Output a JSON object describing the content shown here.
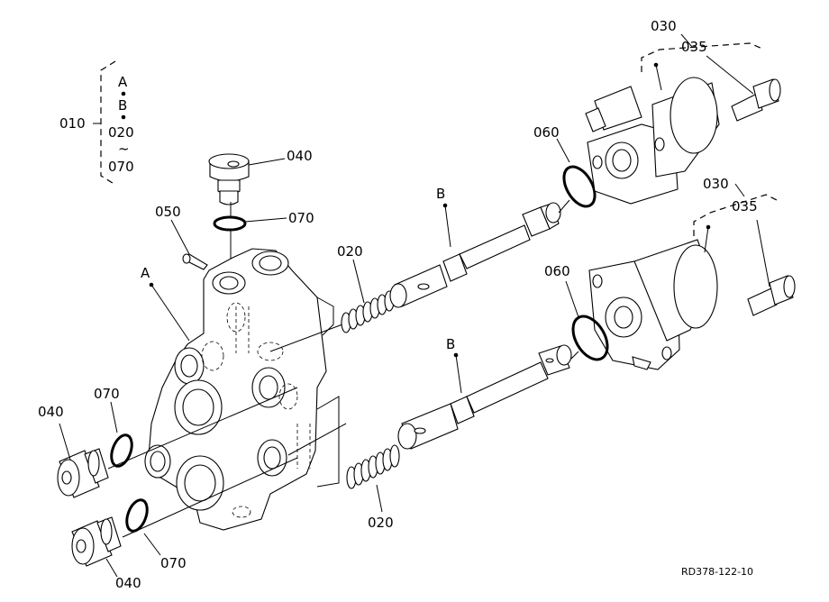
{
  "labels": {
    "bracket_top": "A",
    "bracket_mid": "B",
    "bracket_020": "020",
    "bracket_tilde": "~",
    "bracket_070": "070",
    "part_010": "010",
    "part_040_top": "040",
    "part_070_top": "070",
    "part_050": "050",
    "label_A": "A",
    "part_020_top": "020",
    "label_B_top": "B",
    "part_060_top": "060",
    "part_030_top": "030",
    "part_035_top": "035",
    "part_030_bottom": "030",
    "part_035_bottom": "035",
    "part_060_bottom": "060",
    "label_B_bottom": "B",
    "part_070_mid": "070",
    "part_040_left": "040",
    "part_020_bottom": "020",
    "part_070_bottom": "070",
    "part_040_bottom": "040",
    "drawing_code": "RD378-122-10"
  }
}
